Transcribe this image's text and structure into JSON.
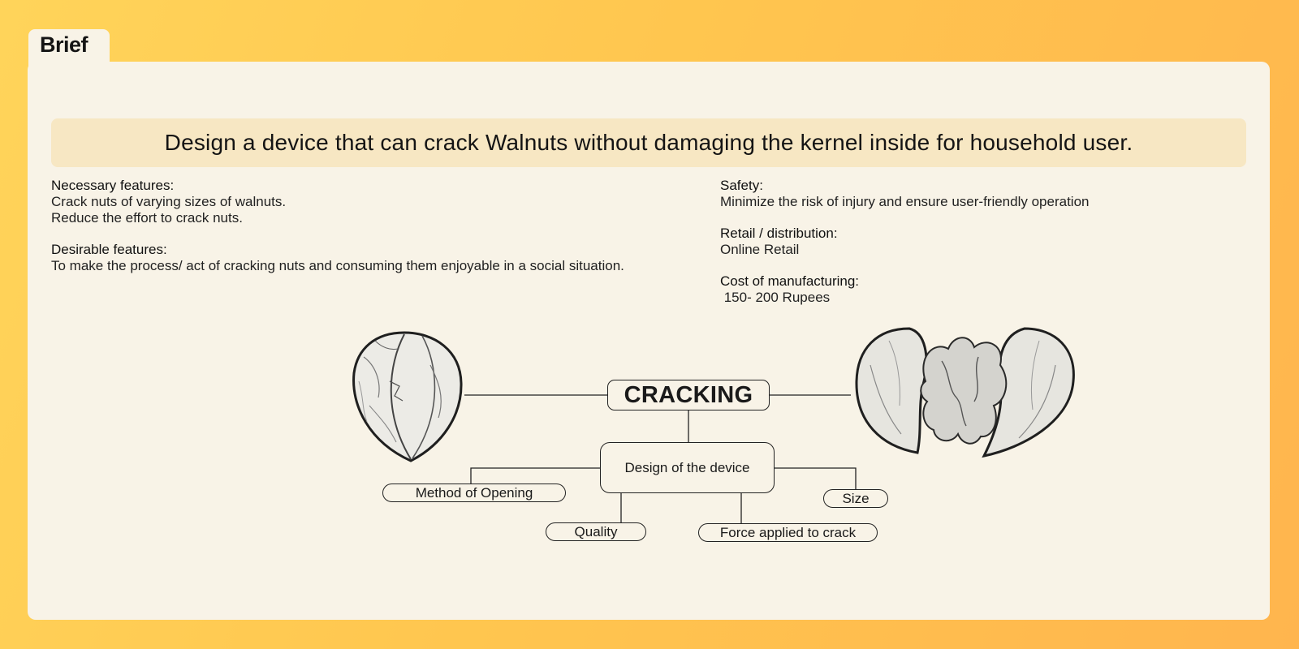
{
  "tab": {
    "label": "Brief"
  },
  "brief": {
    "statement": "Design a device that can crack Walnuts without damaging the kernel inside for household user."
  },
  "left_column": [
    {
      "heading": "Necessary features:",
      "lines": [
        "Crack nuts of varying sizes of walnuts.",
        "Reduce the effort to crack nuts."
      ]
    },
    {
      "heading": "Desirable features:",
      "lines": [
        "To make the process/ act of cracking nuts and consuming them enjoyable in a social situation."
      ]
    }
  ],
  "right_column": [
    {
      "heading": "Safety:",
      "lines": [
        "Minimize the risk of injury and ensure user-friendly operation"
      ]
    },
    {
      "heading": "Retail / distribution:",
      "lines": [
        "Online Retail"
      ]
    },
    {
      "heading": "Cost of manufacturing:",
      "lines": [
        " 150- 200 Rupees"
      ]
    }
  ],
  "diagram": {
    "center": "CRACKING",
    "hub": "Design of the device",
    "branches": {
      "method": "Method of Opening",
      "quality": "Quality",
      "force": "Force applied to crack",
      "size": "Size"
    },
    "images": {
      "left": "whole-walnut-sketch",
      "right": "cracked-walnut-sketch"
    }
  }
}
